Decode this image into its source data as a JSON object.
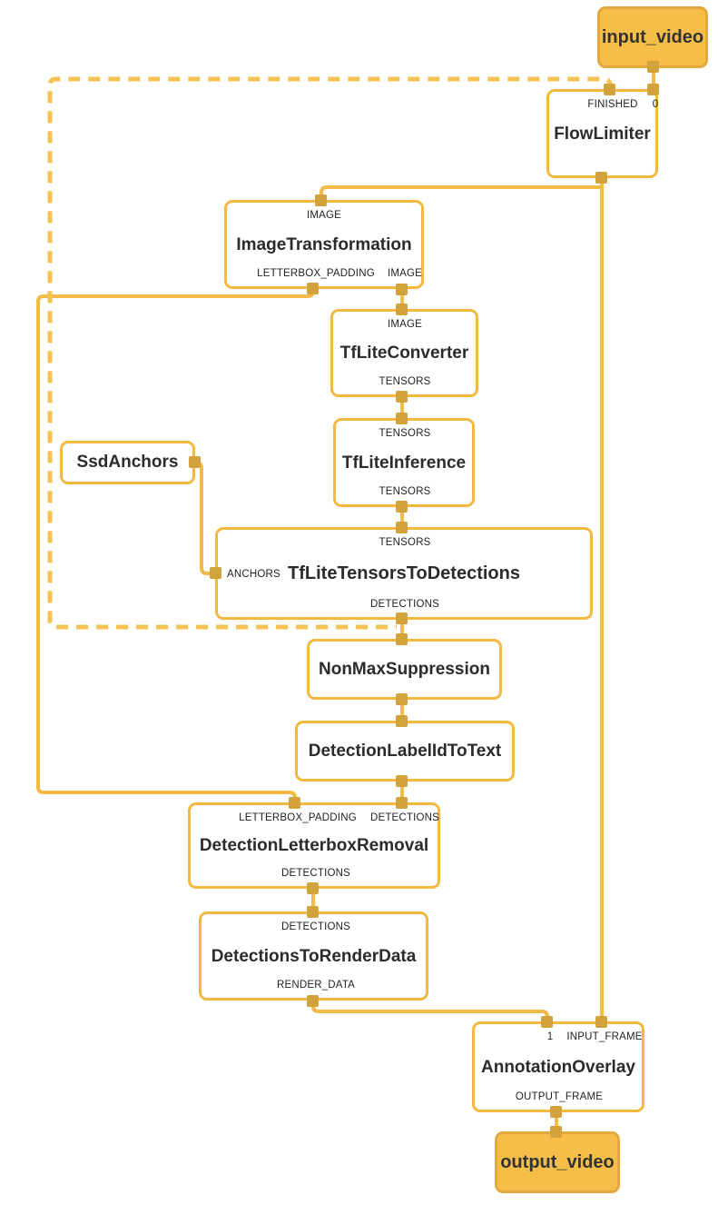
{
  "colors": {
    "edge_solid": "#F2BA46",
    "edge_dashed": "#F5C150",
    "node_border": "#F2B840",
    "terminal_fill": "#F6BE48",
    "port_fill": "#D2A23C",
    "text": "#2b2b2b"
  },
  "nodes": {
    "input_video": {
      "title": "input_video",
      "kind": "terminal-source"
    },
    "flow_limiter": {
      "title": "FlowLimiter",
      "port_labels": {
        "finished": "FINISHED",
        "zero": "0"
      }
    },
    "image_transformation": {
      "title": "ImageTransformation",
      "port_labels": {
        "in_image": "IMAGE",
        "out_letterbox": "LETTERBOX_PADDING",
        "out_image": "IMAGE"
      }
    },
    "tflite_converter": {
      "title": "TfLiteConverter",
      "port_labels": {
        "in": "IMAGE",
        "out": "TENSORS"
      }
    },
    "tflite_inference": {
      "title": "TfLiteInference",
      "port_labels": {
        "in": "TENSORS",
        "out": "TENSORS"
      }
    },
    "ssd_anchors": {
      "title": "SsdAnchors"
    },
    "tflite_tensors_to_detections": {
      "title": "TfLiteTensorsToDetections",
      "port_labels": {
        "in_tensors": "TENSORS",
        "in_anchors": "ANCHORS",
        "out": "DETECTIONS"
      }
    },
    "non_max_suppression": {
      "title": "NonMaxSuppression"
    },
    "detection_label_id_to_text": {
      "title": "DetectionLabelIdToText"
    },
    "detection_letterbox_removal": {
      "title": "DetectionLetterboxRemoval",
      "port_labels": {
        "in_letterbox": "LETTERBOX_PADDING",
        "in_detections": "DETECTIONS",
        "out": "DETECTIONS"
      }
    },
    "detections_to_render_data": {
      "title": "DetectionsToRenderData",
      "port_labels": {
        "in": "DETECTIONS",
        "out": "RENDER_DATA"
      }
    },
    "annotation_overlay": {
      "title": "AnnotationOverlay",
      "port_labels": {
        "in_render": "1",
        "in_frame": "INPUT_FRAME",
        "out": "OUTPUT_FRAME"
      }
    },
    "output_video": {
      "title": "output_video",
      "kind": "terminal-sink"
    }
  },
  "edges": [
    {
      "from": "input_video",
      "to": "flow_limiter:0",
      "style": "solid"
    },
    {
      "from": "flow_limiter",
      "to": "image_transformation:IMAGE",
      "style": "solid"
    },
    {
      "from": "flow_limiter",
      "to": "annotation_overlay:INPUT_FRAME",
      "style": "solid"
    },
    {
      "from": "image_transformation:IMAGE",
      "to": "tflite_converter:IMAGE",
      "style": "solid"
    },
    {
      "from": "image_transformation:LETTERBOX_PADDING",
      "to": "detection_letterbox_removal:LETTERBOX_PADDING",
      "style": "solid"
    },
    {
      "from": "tflite_converter:TENSORS",
      "to": "tflite_inference:TENSORS",
      "style": "solid"
    },
    {
      "from": "tflite_inference:TENSORS",
      "to": "tflite_tensors_to_detections:TENSORS",
      "style": "solid"
    },
    {
      "from": "ssd_anchors",
      "to": "tflite_tensors_to_detections:ANCHORS",
      "style": "solid"
    },
    {
      "from": "tflite_tensors_to_detections:DETECTIONS",
      "to": "non_max_suppression",
      "style": "solid"
    },
    {
      "from": "tflite_tensors_to_detections:DETECTIONS",
      "to": "flow_limiter:FINISHED",
      "style": "dashed"
    },
    {
      "from": "non_max_suppression",
      "to": "detection_label_id_to_text",
      "style": "solid"
    },
    {
      "from": "detection_label_id_to_text",
      "to": "detection_letterbox_removal:DETECTIONS",
      "style": "solid"
    },
    {
      "from": "detection_letterbox_removal:DETECTIONS",
      "to": "detections_to_render_data:DETECTIONS",
      "style": "solid"
    },
    {
      "from": "detections_to_render_data:RENDER_DATA",
      "to": "annotation_overlay:1",
      "style": "solid"
    },
    {
      "from": "annotation_overlay:OUTPUT_FRAME",
      "to": "output_video",
      "style": "solid"
    }
  ]
}
